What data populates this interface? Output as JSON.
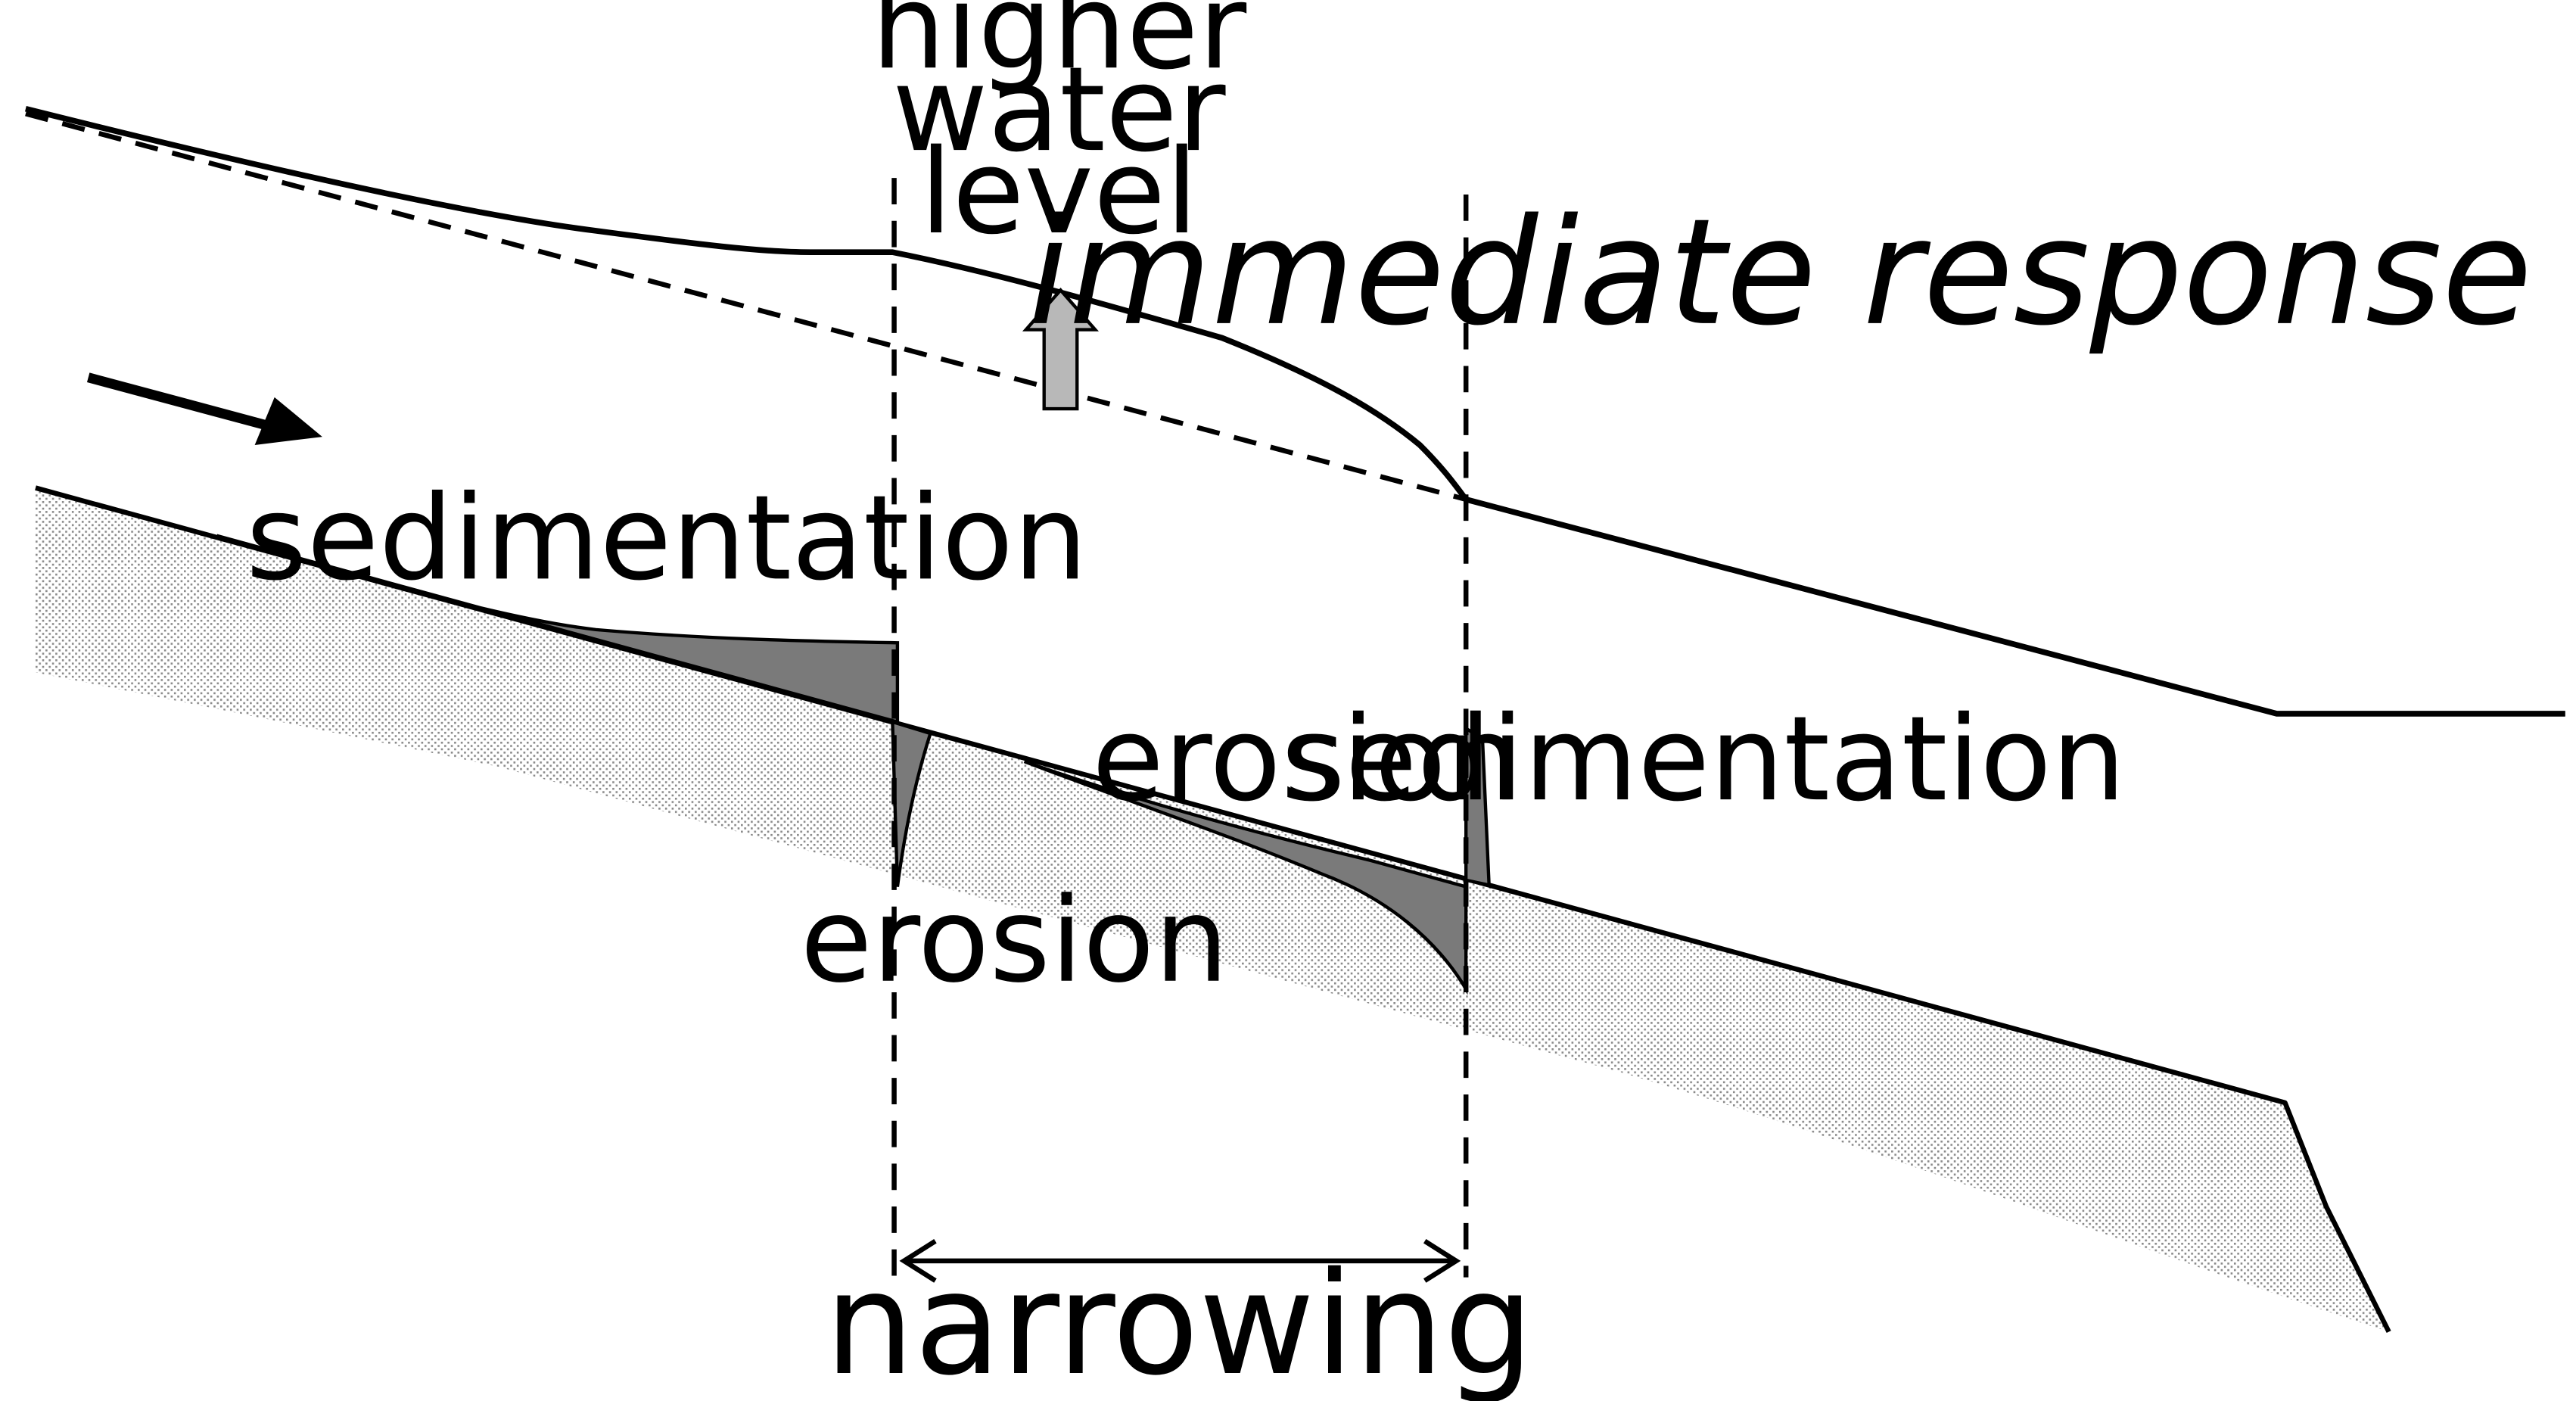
{
  "labels": {
    "higher_water_level_1": "higher",
    "higher_water_level_2": "water",
    "higher_water_level_3": "level",
    "immediate_response": "immediate response",
    "sedimentation_upstream": "sedimentation",
    "sedimentation_downstream": "sedimentation",
    "erosion_channel": "erosion",
    "erosion_entrance": "erosion",
    "narrowing": "narrowing"
  },
  "colors": {
    "line": "#000000",
    "deposit_fill": "#7a7a7a",
    "bed_fill": "#d4d4d4",
    "raise_arrow_fill": "#b8b8b8"
  },
  "icons": {
    "flow_direction": "arrow-right-icon",
    "water_rise": "arrow-up-icon",
    "narrowing_extent": "double-arrow-icon"
  }
}
